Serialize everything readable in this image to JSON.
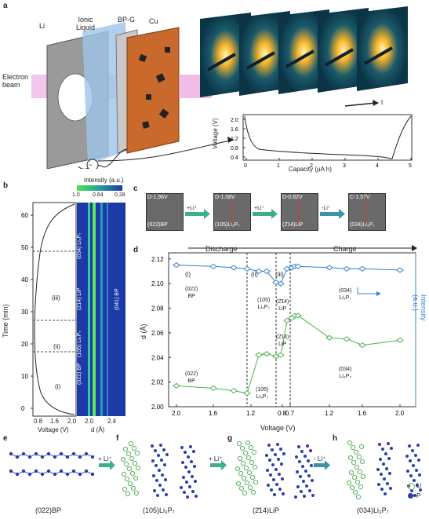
{
  "panel_labels": {
    "a": "a",
    "b": "b",
    "c": "c",
    "d": "d",
    "e": "e",
    "f": "f",
    "g": "g",
    "h": "h"
  },
  "panel_a": {
    "labels": {
      "li": "Li",
      "ionic_liquid": "Ionic\nLiquid",
      "bpg": "BP-G",
      "cu": "Cu",
      "electron_beam": "Electron\nbeam",
      "t": "t"
    },
    "voltage_curve": {
      "xlabel": "Capacity (µA h)",
      "ylabel": "Voltage (V)",
      "xticks": [
        "0",
        "1",
        "2",
        "3",
        "4",
        "5"
      ],
      "yticks": [
        "0.4",
        "0.8",
        "1.2",
        "1.6",
        "2.0"
      ]
    }
  },
  "panel_b": {
    "colorbar": {
      "title": "Intensity (a.u.)",
      "ticks": [
        "1.0",
        "0.64",
        "0.28"
      ]
    },
    "ylabel": "Time (min)",
    "yticks": [
      "0",
      "10",
      "20",
      "30",
      "40",
      "50",
      "60"
    ],
    "voltage_xlabel": "Voltage (V)",
    "voltage_xticks": [
      "0.8",
      "1.6",
      "2.0"
    ],
    "d_xlabel": "d (Å)",
    "d_xticks": [
      "2.0",
      "2.4"
    ],
    "regions": [
      "(i)",
      "(ii)",
      "(iii)"
    ],
    "phase_labels": [
      "(022) BP",
      "(105) Li₃P₇",
      "(214) LiP",
      "(034) Li₃P₇",
      "(041) BP"
    ]
  },
  "panel_c": {
    "tiles": [
      {
        "top": "D-1.96V",
        "bottom": "(022)BP"
      },
      {
        "top": "D-1.08V",
        "bottom": "(105)Li₃P₇"
      },
      {
        "top": "D-0.82V",
        "bottom": "(2̄14)LiP"
      },
      {
        "top": "C-1.57V",
        "bottom": "(034)Li₃P₇"
      }
    ],
    "arrows": [
      "+Li⁺",
      "+Li⁺",
      "-Li⁺"
    ]
  },
  "panel_d": {
    "discharge": "Discharge",
    "charge": "Charge",
    "ylabel": "d (Å)",
    "y2label": "Intensity (a.u.)",
    "xlabel": "Voltage (V)",
    "xticks": [
      "2.0",
      "1.6",
      "1.2",
      "0.8",
      "0.7",
      "1.2",
      "1.6",
      "2.0"
    ],
    "yticks": [
      "2.00",
      "2.02",
      "2.04",
      "2.06",
      "2.08",
      "2.10",
      "2.12"
    ],
    "region_labels": [
      "(i)",
      "(ii)",
      "(iii)"
    ],
    "annotations": [
      {
        "text": "(022)\nBP",
        "key": "a1"
      },
      {
        "text": "(105)\nLi₃P₇",
        "key": "a2"
      },
      {
        "text": "(2̄14)\nLiP",
        "key": "a3"
      },
      {
        "text": "(034)\nLi₃P₇",
        "key": "a4"
      },
      {
        "text": "(022)\nBP",
        "key": "a5"
      },
      {
        "text": "(105)\nLi₃P₇",
        "key": "a6"
      },
      {
        "text": "(2̄14)\nLiP",
        "key": "a7"
      },
      {
        "text": "(034)\nLi₃P₇",
        "key": "a8"
      }
    ],
    "colors": {
      "blue": "#3a7fd0",
      "green": "#4bb34b"
    }
  },
  "chart_data": {
    "type": "line",
    "x": [
      1,
      2,
      3,
      4,
      5,
      6,
      7,
      8,
      9,
      10,
      11,
      12,
      13,
      14,
      15,
      16
    ],
    "series": [
      {
        "values": [
          2.115,
          2.114,
          2.113,
          2.112,
          2.11,
          2.11,
          2.101,
          2.1,
          2.112,
          2.113,
          2.114,
          2.114,
          2.113,
          2.112,
          2.112,
          2.111
        ]
      },
      {
        "values": [
          2.017,
          2.015,
          2.013,
          2.011,
          2.042,
          2.043,
          2.041,
          2.042,
          2.07,
          2.072,
          2.074,
          2.074,
          2.056,
          2.055,
          2.05,
          2.054
        ]
      }
    ],
    "xlabel": "Voltage (V)",
    "ylabel": "d (Å)",
    "ylim": [
      2.0,
      2.125
    ]
  },
  "bottom": {
    "captions": [
      "(022)BP",
      "(105)Li₃P₇",
      "(2̄14)LiP",
      "(034)Li₃P₇"
    ],
    "arrows": [
      "+ Li⁺",
      "+ Li⁺",
      "- Li⁺"
    ],
    "legend": {
      "li": "Li",
      "p": "P"
    }
  }
}
